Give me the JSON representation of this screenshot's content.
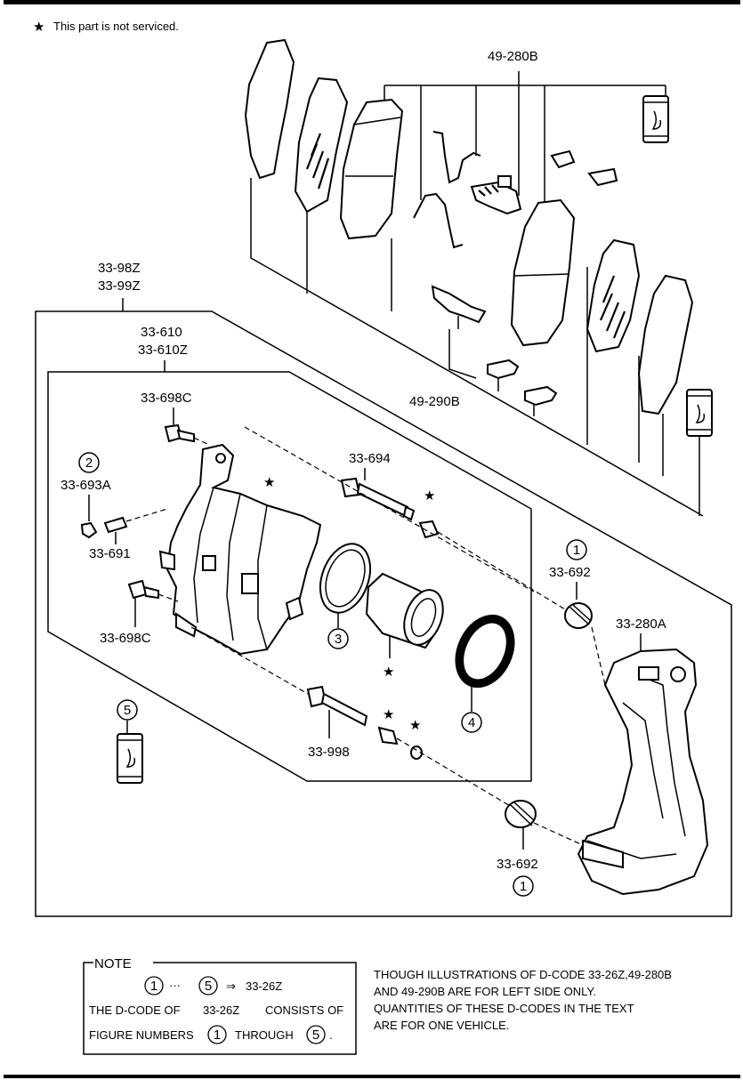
{
  "legend": {
    "star": "★",
    "text": "This part is not serviced."
  },
  "labels": {
    "p49_280B": "49-280B",
    "p33_98Z": "33-98Z",
    "p33_99Z": "33-99Z",
    "p33_610": "33-610",
    "p33_610Z": "33-610Z",
    "p33_698C_top": "33-698C",
    "p33_693A": "33-693A",
    "p33_691": "33-691",
    "p33_698C_bottom": "33-698C",
    "p33_694": "33-694",
    "p49_290B": "49-290B",
    "p33_692_right": "33-692",
    "p33_280A": "33-280A",
    "p33_998": "33-998",
    "p33_692_bottom": "33-692"
  },
  "callouts": {
    "c1": "1",
    "c2": "2",
    "c3": "3",
    "c4": "4",
    "c5": "5"
  },
  "note": {
    "title": "NOTE",
    "from": "1",
    "dots": "···",
    "to": "5",
    "arrow": "⇒",
    "target": "33-26Z",
    "line2a": "THE D-CODE OF",
    "line2b": "33-26Z",
    "line2c": "CONSISTS OF",
    "line3a": "FIGURE NUMBERS",
    "line3b": "1",
    "line3c": "THROUGH",
    "line3d": "5",
    "line3e": "."
  },
  "remarks": {
    "l1": "THOUGH ILLUSTRATIONS OF D-CODE 33-26Z,49-280B",
    "l2": "AND 49-290B ARE FOR LEFT SIDE ONLY.",
    "l3": "QUANTITIES OF THESE D-CODES IN THE TEXT",
    "l4": "ARE FOR ONE VEHICLE."
  }
}
